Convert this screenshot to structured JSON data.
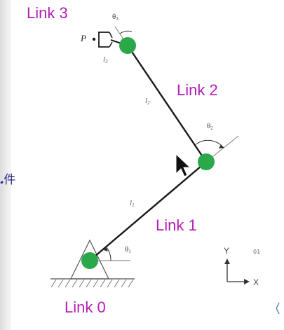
{
  "labels": {
    "link0": "Link 0",
    "link1": "Link 1",
    "link2": "Link 2",
    "link3": "Link 3",
    "l1": "l",
    "l1_sub": "1",
    "l2": "l",
    "l2_sub": "2",
    "l3": "l",
    "l3_sub": "3",
    "theta1": "θ",
    "theta1_sub": "1",
    "theta2": "θ",
    "theta2_sub": "2",
    "theta3": "θ",
    "theta3_sub": "3",
    "point_p": "P",
    "side_text": "𝅘件",
    "axis_x": "X",
    "axis_y": "Y",
    "axis_extra": "01"
  },
  "colors": {
    "link_label": "#b31fb5",
    "joint": "#2aa84a",
    "link": "#1a1a1a",
    "construction": "#777777"
  },
  "icons": {
    "cursor": "mouse-pointer-icon",
    "ground": "ground-hatch-icon",
    "gripper": "gripper-icon"
  }
}
